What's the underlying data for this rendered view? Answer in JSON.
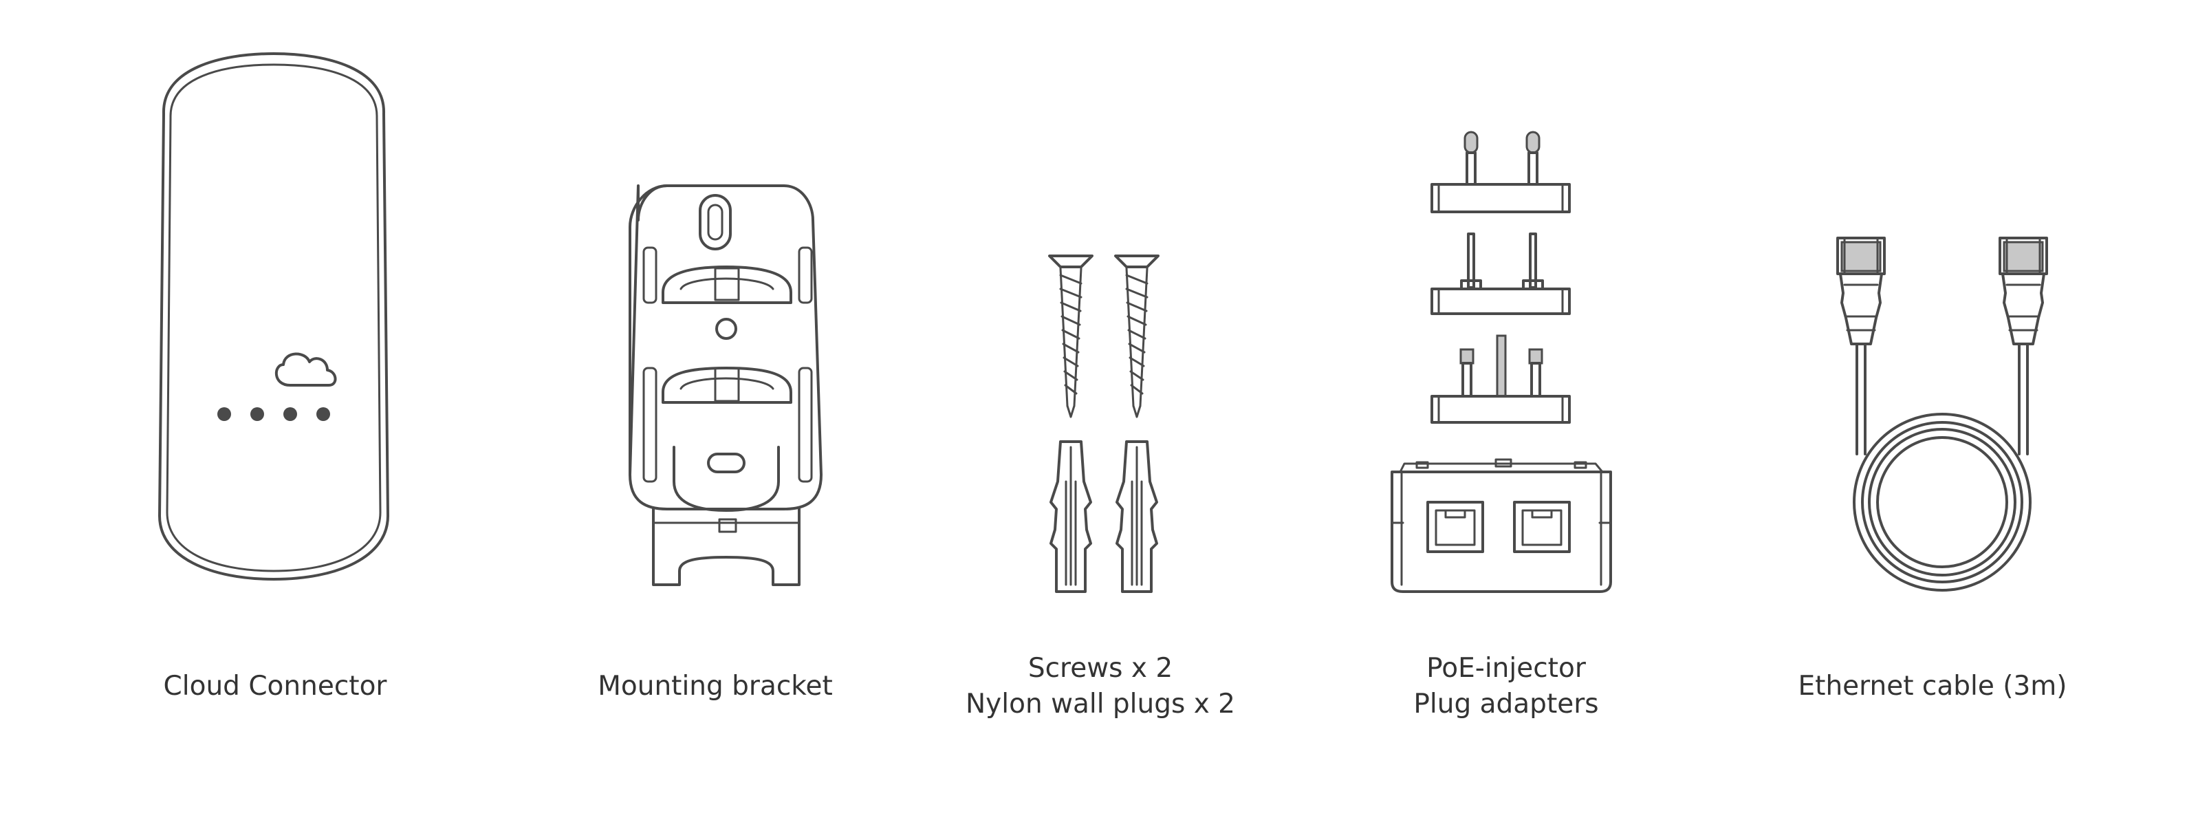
{
  "items": [
    {
      "name": "cloud-connector",
      "lines": [
        "Cloud Connector"
      ]
    },
    {
      "name": "mounting-bracket",
      "lines": [
        "Mounting bracket"
      ]
    },
    {
      "name": "screws-and-plugs",
      "lines": [
        "Screws x 2",
        "Nylon wall plugs x 2"
      ]
    },
    {
      "name": "poe-injector",
      "lines": [
        "PoE-injector",
        "Plug adapters"
      ]
    },
    {
      "name": "ethernet-cable",
      "lines": [
        "Ethernet cable (3m)"
      ]
    }
  ],
  "colors": {
    "stroke": "#4a4a4a",
    "text": "#333333",
    "background": "#ffffff"
  }
}
